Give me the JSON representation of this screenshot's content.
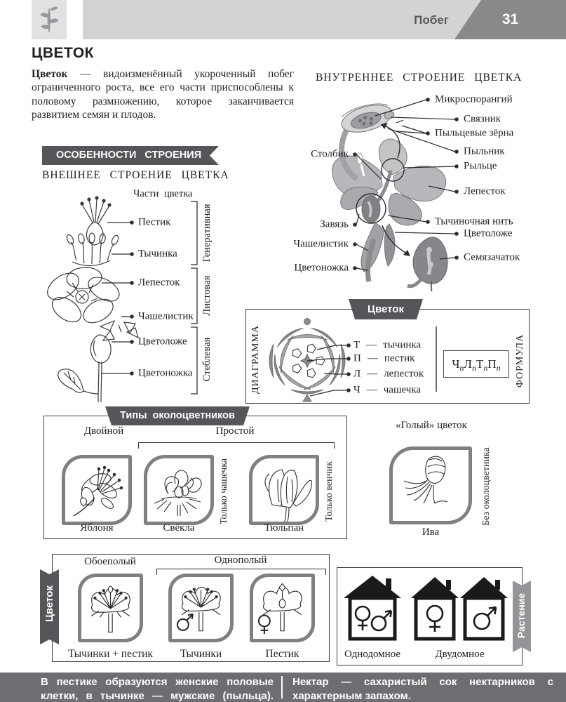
{
  "header": {
    "chapter": "Побег",
    "page": "31"
  },
  "page_title": "ЦВЕТОК",
  "intro": {
    "term": "Цветок",
    "text": " — видоизменённый укороченный побег ограниченного роста, все его части приспособлены к половому размножению, которое заканчивается развитием семян и плодов."
  },
  "features_banner": "ОСОБЕННОСТИ СТРОЕНИЯ",
  "external": {
    "heading": "ВНЕШНЕЕ СТРОЕНИЕ ЦВЕТКА",
    "parts_title": "Части цветка",
    "labels": [
      "Пестик",
      "Тычинка",
      "Лепесток",
      "Чашелистик",
      "Цветоложе",
      "Цветоножка"
    ],
    "groups": [
      "Генеративная",
      "Листовая",
      "Стеблевая"
    ]
  },
  "internal": {
    "heading": "ВНУТРЕННЕЕ СТРОЕНИЕ ЦВЕТКА",
    "right_labels": [
      "Микроспорангий",
      "Связник",
      "Пыльцевые зёрна",
      "Пыльник",
      "Рыльце",
      "Лепесток",
      "Тычиночная нить",
      "Цветоложе",
      "Семязачаток"
    ],
    "left_labels": [
      "Столбик",
      "Завязь",
      "Чашелистик",
      "Цветоножка"
    ]
  },
  "flower_box": {
    "banner": "Цветок",
    "diagram_label": "ДИАГРАММА",
    "formula_label": "ФОРМУЛА",
    "legend": [
      {
        "letter": "Т",
        "dash": "—",
        "name": "тычинка"
      },
      {
        "letter": "П",
        "dash": "—",
        "name": "пестик"
      },
      {
        "letter": "Л",
        "dash": "—",
        "name": "лепесток"
      },
      {
        "letter": "Ч",
        "dash": "—",
        "name": "чашечка"
      }
    ],
    "formula": {
      "parts": [
        "Ч",
        "Л",
        "Т",
        "П"
      ],
      "sub": "n"
    }
  },
  "perianth": {
    "banner": "Типы околоцветников",
    "double_label": "Двойной",
    "simple_label": "Простой",
    "naked_label": "«Голый» цветок",
    "tiles": [
      {
        "caption": "Яблоня"
      },
      {
        "caption": "Свёкла",
        "note": "Только чашечка"
      },
      {
        "caption": "Тюльпан",
        "note": "Только венчик"
      },
      {
        "caption": "Ива",
        "note": "Без околоцветника"
      }
    ]
  },
  "sex_section": {
    "ribbon": "Цветок",
    "bisexual": "Обоеполый",
    "unisexual": "Однополый",
    "captions": [
      "Тычинки + пестик",
      "Тычинки",
      "Пестик"
    ]
  },
  "house_section": {
    "ribbon": "Растение",
    "monoecious": "Однодомное",
    "dioecious": "Двудомное"
  },
  "footer": {
    "left": "В пестике образуются женские половые клетки, в тычинке — мужские (пыльца).",
    "right": "Нектар — сахаристый сок нектарников с характерным запахом."
  },
  "colors": {
    "banner_dark": "#55565a",
    "header_gray": "#d2d3d5",
    "page_block": "#87898b",
    "ribbon_gray": "#939598",
    "footer_bar": "#6d6e71",
    "tile_border": "#7e8083"
  }
}
